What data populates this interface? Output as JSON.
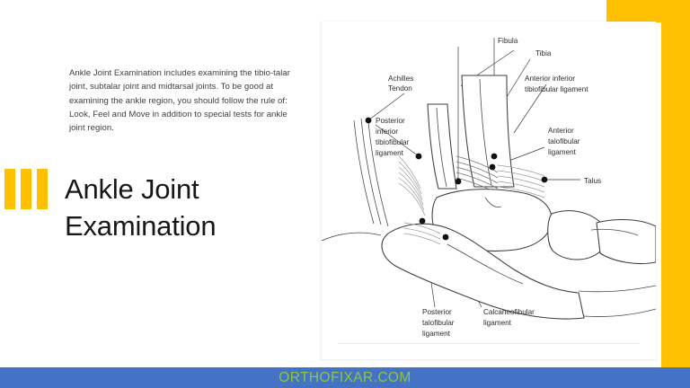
{
  "slide": {
    "title": "Ankle Joint\nExamination",
    "body": "Ankle Joint Examination includes examining the tibio-talar joint, subtalar joint and midtarsal joints. To be good at examining the ankle region, you should follow the rule of: Look, Feel and Move in addition to special tests for ankle joint region."
  },
  "footer": {
    "brand": "ORTHOFIXAR.COM",
    "bar_color": "#4472C4",
    "text_color": "#8DC63F"
  },
  "decor": {
    "accent_color": "#FFC000",
    "bars": [
      "bar-1",
      "bar-2",
      "bar-3"
    ],
    "corner_arm": "top-right-angle",
    "right_bar": "right-edge-bar"
  },
  "diagram": {
    "caption": "lateral ankle ligaments line drawing",
    "labels": [
      {
        "id": "achilles-tendon",
        "text": "Achilles\nTendon",
        "lines": [
          "Achilles",
          "Tendon"
        ]
      },
      {
        "id": "posterior-inferior-tibiofibular-ligament",
        "text": "Posterior inferior tibiofibular ligament",
        "lines": [
          "Posterior",
          "inferior",
          "tibiofibular",
          "ligament"
        ]
      },
      {
        "id": "fibula",
        "text": "Fibula",
        "lines": [
          "Fibula"
        ]
      },
      {
        "id": "tibia",
        "text": "Tibia",
        "lines": [
          "Tibia"
        ]
      },
      {
        "id": "anterior-inferior-tibiofibular-ligament",
        "text": "Anterior inferior tibiofibular ligament",
        "lines": [
          "Anterior inferior",
          "tibiofibular ligament"
        ]
      },
      {
        "id": "anterior-talofibular-ligament",
        "text": "Anterior talofibular ligament",
        "lines": [
          "Anterior",
          "talofibular",
          "ligament"
        ]
      },
      {
        "id": "talus",
        "text": "Talus",
        "lines": [
          "Talus"
        ]
      },
      {
        "id": "posterior-talofibular-ligament",
        "text": "Posterior talofibular ligament",
        "lines": [
          "Posterior",
          "talofibular",
          "ligament"
        ]
      },
      {
        "id": "calcaneofibular-ligament",
        "text": "Calcaneofibular ligament",
        "lines": [
          "Calcaneofibular",
          "ligament"
        ]
      }
    ]
  }
}
